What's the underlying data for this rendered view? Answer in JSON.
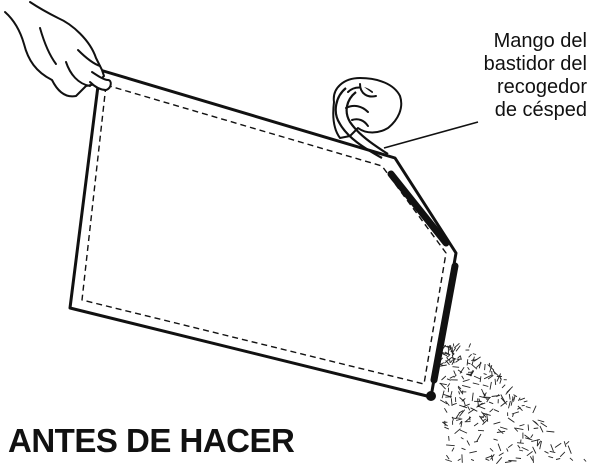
{
  "callout": {
    "lines": [
      "Mango del",
      "bastidor del",
      "recogedor",
      "de césped"
    ]
  },
  "caption": "ANTES DE HACER",
  "colors": {
    "ink": "#111111",
    "background": "#ffffff"
  },
  "icons": [
    "hand-icon",
    "hand-icon",
    "grass-clippings-icon"
  ]
}
